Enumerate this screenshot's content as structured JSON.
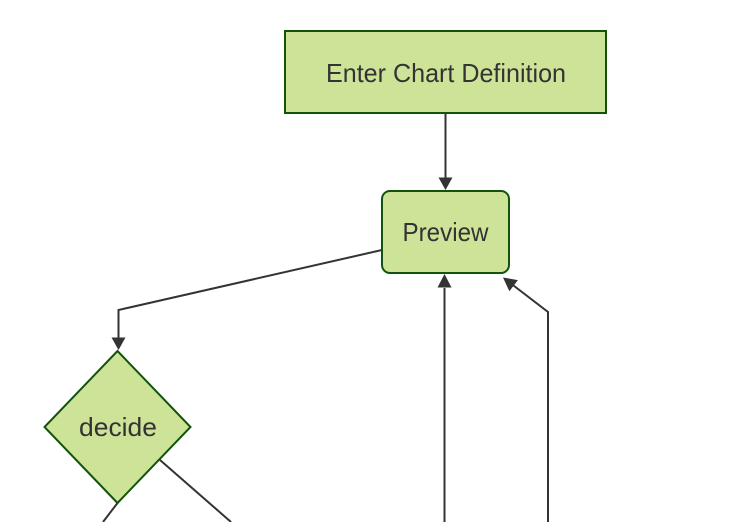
{
  "diagram": {
    "type": "flowchart",
    "orientation": "top-down",
    "theme": {
      "background": "#ffffff",
      "node_fill": "#cde498",
      "node_border": "#13540c",
      "edge_color": "#333333",
      "arrowhead_color": "#333333",
      "label_color": "#333333"
    },
    "nodes": {
      "enter_chart_definition": {
        "label": "Enter Chart Definition",
        "shape": "rectangle"
      },
      "preview": {
        "label": "Preview",
        "shape": "rounded-rectangle"
      },
      "decide": {
        "label": "decide",
        "shape": "diamond"
      }
    },
    "edges": [
      {
        "from": "enter_chart_definition",
        "to": "preview",
        "arrow": true
      },
      {
        "from": "preview",
        "to": "decide",
        "arrow": true
      },
      {
        "from": "decide",
        "to": "offscreen_bottom_left",
        "arrow": false
      },
      {
        "from": "decide",
        "to": "offscreen_bottom_right",
        "arrow": false
      },
      {
        "from": "offscreen_bottom_center",
        "to": "preview",
        "arrow": true
      },
      {
        "from": "offscreen_bottom_right",
        "to": "preview",
        "arrow": true
      }
    ]
  }
}
